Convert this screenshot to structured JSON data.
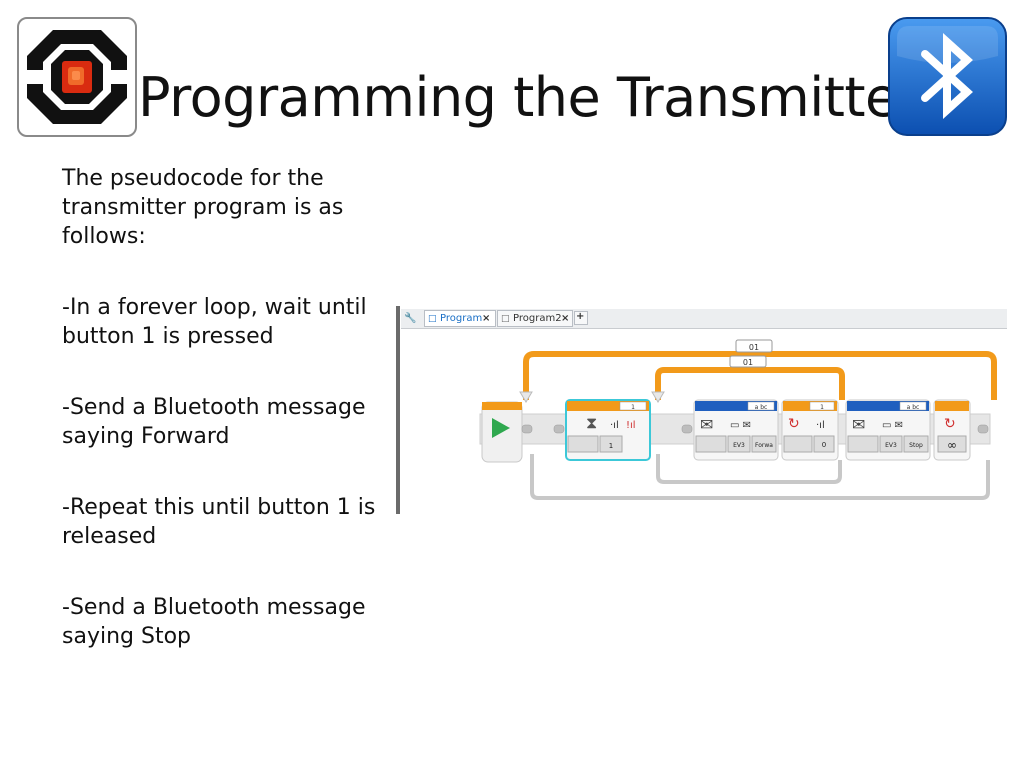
{
  "slide": {
    "title": "Programming the Transmitter",
    "paragraphs": [
      [
        "The pseudocode for the",
        "transmitter program is as",
        "follows:"
      ],
      [
        "-In a forever loop, wait until",
        "button 1 is pressed"
      ],
      [
        "-Send a  Bluetooth message",
        "saying Forward"
      ],
      [
        "-Repeat this until button 1 is",
        "released"
      ],
      [
        "-Send a  Bluetooth message",
        "saying Stop"
      ]
    ]
  },
  "logos": {
    "left": "ev3-logo-icon",
    "right": "bluetooth-icon",
    "colors": {
      "bluetooth_blue": "#1565c9",
      "ev3_red": "#d92b10"
    }
  },
  "screenshot": {
    "tabs": [
      {
        "label": "Program",
        "active": true
      },
      {
        "label": "Program2",
        "active": false
      }
    ],
    "tab_close": "×",
    "tab_add": "+",
    "loop_outer_label": "01",
    "loop_inner_label": "01",
    "block_tags": {
      "wait_press": "1",
      "send_forward_type": "a bc",
      "wait_release": "1",
      "send_stop_type": "a bc"
    },
    "block_values": {
      "wait_press_button": "1",
      "send_forward_brick": "EV3",
      "send_forward_text": "Forwa",
      "wait_release_value": "0",
      "send_stop_brick": "EV3",
      "send_stop_text": "Stop",
      "infinity": "∞"
    },
    "colors": {
      "loop_orange": "#f29a1a",
      "block_blue": "#1f5fbf",
      "start_green": "#2fa84f",
      "highlight_cyan": "#3cc8d8"
    }
  }
}
